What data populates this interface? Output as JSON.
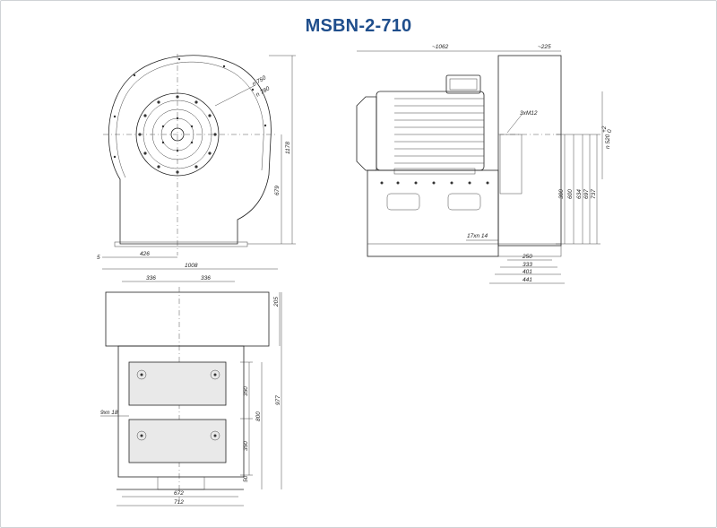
{
  "title": "MSBN-2-710",
  "front_view": {
    "dims": {
      "outer_diameter": "n 750",
      "inner_diameter": "n 780",
      "total_height": "1178",
      "axis_height": "679",
      "base_offset": "5",
      "half_width": "426",
      "total_width": "1008"
    }
  },
  "side_view": {
    "dims": {
      "total_length": "~1062",
      "housing_depth": "~225",
      "bolts": "3xM12",
      "outlet_circle": "n 520",
      "outlet_tol": "+2",
      "outlet_tol2": "0",
      "feet_holes": "17xn 14",
      "h300": "300",
      "h600": "600",
      "h634": "634",
      "h697": "697",
      "h737": "737",
      "w250": "250",
      "w333": "333",
      "w401": "401",
      "w441": "441"
    }
  },
  "top_view": {
    "dims": {
      "left_span": "336",
      "right_span": "336",
      "outlet_height": "205",
      "upper_pitch": "350",
      "lower_pitch": "350",
      "pitch_total": "800",
      "total_depth": "977",
      "bottom_offset": "50",
      "side_holes": "9xn 18",
      "base_width": "672",
      "outer_width": "712"
    }
  }
}
